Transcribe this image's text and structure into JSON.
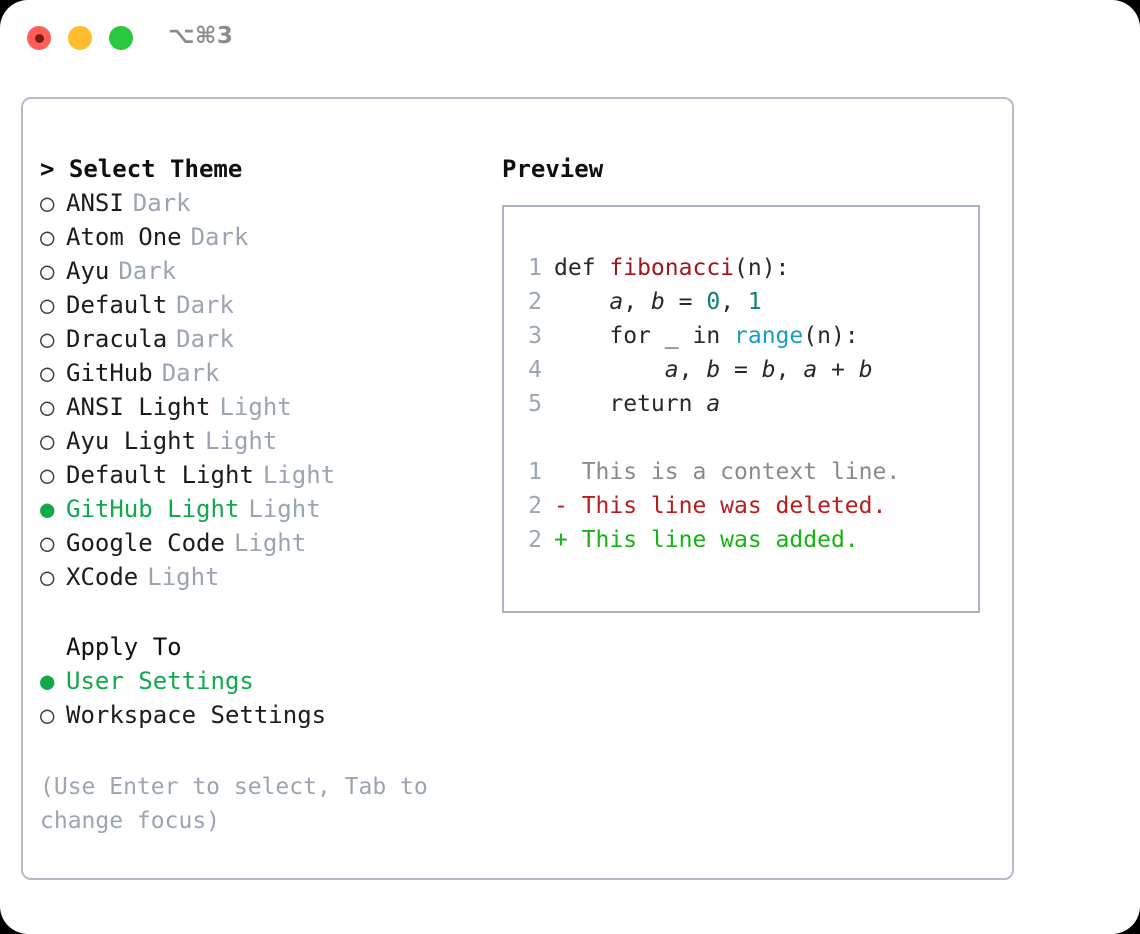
{
  "window": {
    "traffic_lights": [
      "close",
      "minimize",
      "maximize"
    ],
    "shortcut_hint": "⌥⌘3",
    "colors": {
      "close": "#ff5f57",
      "minimize": "#febc2e",
      "maximize": "#28c840",
      "accent_green": "#12a84c",
      "muted": "#9aa5b1",
      "border": "#b4bcc8"
    }
  },
  "theme_section": {
    "header": "> Select Theme",
    "items": [
      {
        "marker": "○",
        "label": "ANSI",
        "suffix": "Dark",
        "selected": false
      },
      {
        "marker": "○",
        "label": "Atom One",
        "suffix": "Dark",
        "selected": false
      },
      {
        "marker": "○",
        "label": "Ayu",
        "suffix": "Dark",
        "selected": false
      },
      {
        "marker": "○",
        "label": "Default",
        "suffix": "Dark",
        "selected": false
      },
      {
        "marker": "○",
        "label": "Dracula",
        "suffix": "Dark",
        "selected": false
      },
      {
        "marker": "○",
        "label": "GitHub",
        "suffix": "Dark",
        "selected": false
      },
      {
        "marker": "○",
        "label": "ANSI Light",
        "suffix": "Light",
        "selected": false
      },
      {
        "marker": "○",
        "label": "Ayu Light",
        "suffix": "Light",
        "selected": false
      },
      {
        "marker": "○",
        "label": "Default Light",
        "suffix": "Light",
        "selected": false
      },
      {
        "marker": "●",
        "label": "GitHub Light",
        "suffix": "Light",
        "selected": true
      },
      {
        "marker": "○",
        "label": "Google Code",
        "suffix": "Light",
        "selected": false
      },
      {
        "marker": "○",
        "label": "XCode",
        "suffix": "Light",
        "selected": false
      }
    ]
  },
  "apply_section": {
    "header": "Apply To",
    "items": [
      {
        "marker": "●",
        "label": "User Settings",
        "selected": true
      },
      {
        "marker": "○",
        "label": "Workspace Settings",
        "selected": false
      }
    ]
  },
  "help_text": "(Use Enter to select, Tab to change focus)",
  "preview": {
    "title": "Preview",
    "code_lines": [
      {
        "num": "1",
        "tokens": [
          {
            "t": "def ",
            "c": "plain"
          },
          {
            "t": "fibonacci",
            "c": "fn"
          },
          {
            "t": "(n):",
            "c": "plain"
          }
        ]
      },
      {
        "num": "2",
        "tokens": [
          {
            "t": "    ",
            "c": "plain"
          },
          {
            "t": "a",
            "c": "var"
          },
          {
            "t": ", ",
            "c": "plain"
          },
          {
            "t": "b",
            "c": "var"
          },
          {
            "t": " = ",
            "c": "plain"
          },
          {
            "t": "0",
            "c": "num"
          },
          {
            "t": ", ",
            "c": "plain"
          },
          {
            "t": "1",
            "c": "num"
          }
        ]
      },
      {
        "num": "3",
        "tokens": [
          {
            "t": "    for _ in ",
            "c": "plain"
          },
          {
            "t": "range",
            "c": "builtin"
          },
          {
            "t": "(n):",
            "c": "plain"
          }
        ]
      },
      {
        "num": "4",
        "tokens": [
          {
            "t": "        ",
            "c": "plain"
          },
          {
            "t": "a",
            "c": "var"
          },
          {
            "t": ", ",
            "c": "plain"
          },
          {
            "t": "b",
            "c": "var"
          },
          {
            "t": " = ",
            "c": "plain"
          },
          {
            "t": "b",
            "c": "var"
          },
          {
            "t": ", ",
            "c": "plain"
          },
          {
            "t": "a",
            "c": "var"
          },
          {
            "t": " + ",
            "c": "plain"
          },
          {
            "t": "b",
            "c": "var"
          }
        ]
      },
      {
        "num": "5",
        "tokens": [
          {
            "t": "    return ",
            "c": "plain"
          },
          {
            "t": "a",
            "c": "var"
          }
        ]
      }
    ],
    "diff_lines": [
      {
        "num": "1",
        "text": "  This is a context line.",
        "kind": "ctx"
      },
      {
        "num": "2",
        "text": "- This line was deleted.",
        "kind": "del"
      },
      {
        "num": "2",
        "text": "+ This line was added.",
        "kind": "add"
      }
    ]
  }
}
